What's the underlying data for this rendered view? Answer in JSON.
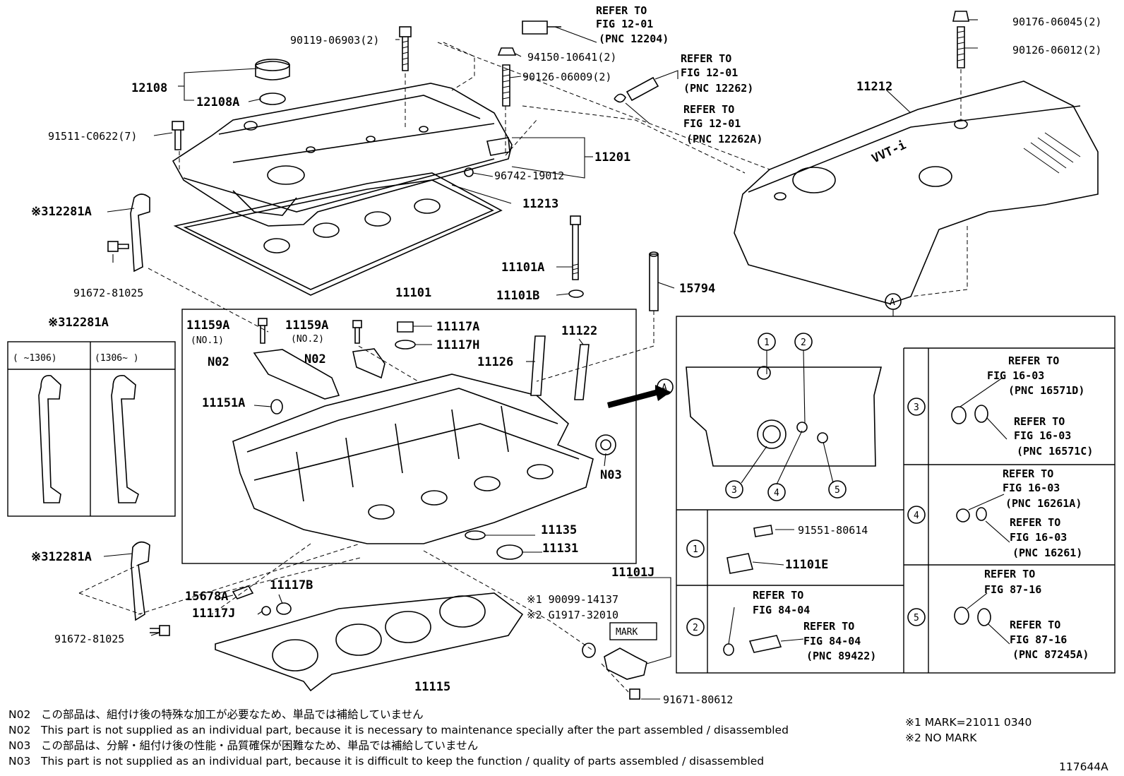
{
  "figure_code": "117644A",
  "labels": {
    "p90119": "90119-06903(2)",
    "p12108": "12108",
    "p12108A": "12108A",
    "p91511": "91511-C0622(7)",
    "p12281A_top": "※312281A",
    "p91672_top": "91672-81025",
    "p94150": "94150-10641(2)",
    "p90126_06009": "90126-06009(2)",
    "p11201": "11201",
    "p96742": "96742-19012",
    "p11213": "11213",
    "p11101A": "11101A",
    "p11101B": "11101B",
    "p15794": "15794",
    "p11101": "11101",
    "p11159A_1": "11159A",
    "p11159A_1_sub": "(NO.1)",
    "p11159A_2": "11159A",
    "p11159A_2_sub": "(NO.2)",
    "p11117A": "11117A",
    "p11117H": "11117H",
    "p11122": "11122",
    "p11126": "11126",
    "pN02_left": "N02",
    "pN02_right": "N02",
    "p11151A": "11151A",
    "pN03": "N03",
    "p11135": "11135",
    "p11131": "11131",
    "p11101J": "11101J",
    "p90099": "※1 90099-14137",
    "pG1917": "※2 G1917-32010",
    "mark_label": "MARK",
    "p91671": "91671-80612",
    "p11115": "11115",
    "p15678A": "15678A",
    "p11117B": "11117B",
    "p11117J": "11117J",
    "p12281A_bottom": "※312281A",
    "p91672_bottom": "91672-81025",
    "p90176": "90176-06045(2)",
    "p90126_06012": "90126-06012(2)",
    "p11212": "11212",
    "engine_logo": "VVT-i",
    "callout_a": "A"
  },
  "refers": {
    "top1": [
      "REFER TO",
      "FIG 12-01",
      "(PNC 12204)"
    ],
    "top2": [
      "REFER TO",
      "FIG 12-01",
      "(PNC 12262)"
    ],
    "top3": [
      "REFER TO",
      "FIG 12-01",
      "(PNC 12262A)"
    ]
  },
  "variant_box": {
    "title": "※312281A",
    "col1": "(    ~1306)",
    "col2": "(1306~    )"
  },
  "detail_a": {
    "callout": "A",
    "numbers": [
      "1",
      "2",
      "3",
      "4",
      "5"
    ],
    "sub1": {
      "num": "1",
      "part_a": "91551-80614",
      "part_b": "11101E"
    },
    "sub2": {
      "num": "2",
      "refer_a": [
        "REFER TO",
        "FIG 84-04"
      ],
      "refer_b": [
        "REFER TO",
        "FIG 84-04",
        "(PNC 89422)"
      ]
    },
    "sub3": {
      "num": "3",
      "refer_a": [
        "REFER TO",
        "FIG 16-03",
        "(PNC 16571D)"
      ],
      "refer_b": [
        "REFER TO",
        "FIG 16-03",
        "(PNC 16571C)"
      ]
    },
    "sub4": {
      "num": "4",
      "refer_a": [
        "REFER TO",
        "FIG 16-03",
        "(PNC 16261A)"
      ],
      "refer_b": [
        "REFER TO",
        "FIG 16-03",
        "(PNC 16261)"
      ]
    },
    "sub5": {
      "num": "5",
      "refer_a": [
        "REFER TO",
        "FIG 87-16"
      ],
      "refer_b": [
        "REFER TO",
        "FIG 87-16",
        "(PNC 87245A)"
      ]
    }
  },
  "notes": [
    {
      "code": "N02",
      "text": "この部品は、組付け後の特殊な加工が必要なため、単品では補給していません"
    },
    {
      "code": "N02",
      "text": "This part is not supplied as an individual part, because it is necessary to maintenance specially after the part assembled / disassembled"
    },
    {
      "code": "N03",
      "text": "この部品は、分解・組付け後の性能・品質確保が困難なため、単品では補給していません"
    },
    {
      "code": "N03",
      "text": "This part is not supplied as an individual part, because it is difficult to keep the function / quality of parts  assembled / disassembled"
    }
  ],
  "marks": [
    "※1 MARK=21011 0340",
    "※2 NO MARK"
  ]
}
